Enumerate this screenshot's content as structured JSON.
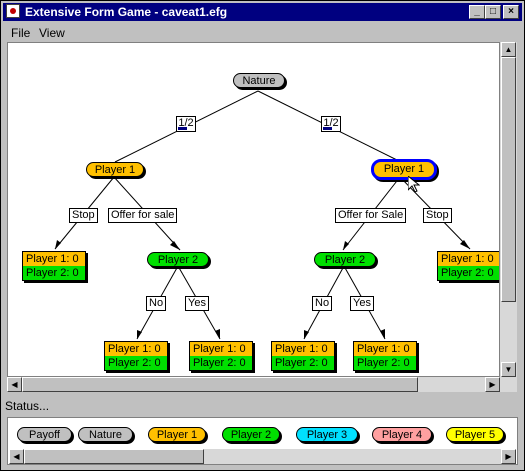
{
  "window": {
    "title": "Extensive Form Game - caveat1.efg",
    "minimize_glyph": "_",
    "maximize_glyph": "□",
    "close_glyph": "×"
  },
  "menu": [
    "File",
    "View"
  ],
  "tree": {
    "root": "Nature",
    "probabilities": [
      "1/2",
      "1/2"
    ],
    "left": {
      "player": "Player 1",
      "actions": [
        "Stop",
        "Offer for sale"
      ],
      "stop_payoff": [
        "Player 1: 0",
        "Player 2: 0"
      ],
      "sub": {
        "player": "Player 2",
        "actions": [
          "No",
          "Yes"
        ],
        "payoffs": [
          [
            "Player 1: 0",
            "Player 2: 0"
          ],
          [
            "Player 1: 0",
            "Player 2: 0"
          ]
        ]
      }
    },
    "right": {
      "player": "Player 1",
      "actions": [
        "Offer for Sale",
        "Stop"
      ],
      "stop_payoff": [
        "Player 1: 0",
        "Player 2: 0"
      ],
      "sub": {
        "player": "Player 2",
        "actions": [
          "No",
          "Yes"
        ],
        "payoffs": [
          [
            "Player 1: 0",
            "Player 2: 0"
          ],
          [
            "Player 1: 0",
            "Player 2: 0"
          ]
        ]
      }
    }
  },
  "status": "Status...",
  "legend": [
    {
      "label": "Payoff",
      "color": "#c0c0c0"
    },
    {
      "label": "Nature",
      "color": "#c0c0c0"
    },
    {
      "label": "Player 1",
      "color": "#ffc000"
    },
    {
      "label": "Player 2",
      "color": "#00e000"
    },
    {
      "label": "Player 3",
      "color": "#00e0ff"
    },
    {
      "label": "Player 4",
      "color": "#ffa0a0"
    },
    {
      "label": "Player 5",
      "color": "#ffff00"
    }
  ],
  "scroll_glyphs": {
    "up": "▲",
    "down": "▼",
    "left": "◀",
    "right": "▶"
  }
}
